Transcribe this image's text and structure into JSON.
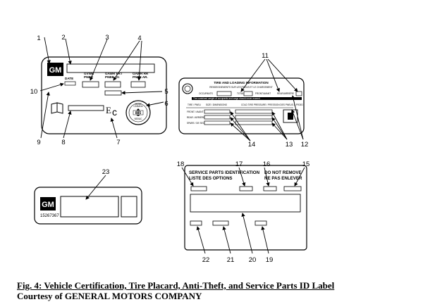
{
  "figure": {
    "caption": "Fig. 4: Vehicle Certification, Tire Placard, Anti-Theft, and Service Parts ID Label",
    "credit": "Courtesy of GENERAL MOTORS COMPANY"
  },
  "callouts": [
    "1",
    "2",
    "3",
    "4",
    "5",
    "6",
    "7",
    "8",
    "9",
    "10",
    "11",
    "12",
    "13",
    "14",
    "15",
    "16",
    "17",
    "18",
    "19",
    "20",
    "21",
    "22",
    "23"
  ],
  "cert_label": {
    "logo": "GM",
    "date": "DATE",
    "gvwr_line1": "GVWR",
    "gvwr_line2": "PNBV",
    "gawr_frt_line1": "GAWR FRT",
    "gawr_frt_line2": "PNBE AV.",
    "gawr_rr_line1": "GAWR RR",
    "gawr_rr_line2": "PNBE AR.",
    "seal_top": "CANADA",
    "seal_mid": "MVSS",
    "seal_bottom": "NSVAC",
    "seal_year": "885"
  },
  "tire_label": {
    "title_line1": "TIRE AND LOADING INFORMATION",
    "title_line2": "RENSEIGNEMENTS SUR LES PNEUS ET LE CHARGEMENT",
    "occupants": "OCCUPANTS",
    "total": "TOTAL",
    "front": "FRONT/AVANT",
    "rear": "REAR/ARRIÈRE",
    "weight_note": "The combined weight of occupants and cargo should never exceed",
    "tire_col": "TIRE / PNEU",
    "size_col": "SIZE / DIMENSIONS",
    "pressure_col": "COLD TIRE PRESSURE / PRESSION DES PNEUS À FROID",
    "rows": [
      "FRONT / AVANT",
      "REAR / ARRIÈRE",
      "SPARE / DE SECOURS"
    ]
  },
  "antitheft_label": {
    "logo": "GM",
    "number": "15267367"
  },
  "service_label": {
    "title_line1": "SERVICE PARTS IDENTIFICATION",
    "title_line2": "LISTE DES OPTIONS",
    "warning_line1": "DO NOT REMOVE",
    "warning_line2": "NE PAS ENLEVER"
  }
}
